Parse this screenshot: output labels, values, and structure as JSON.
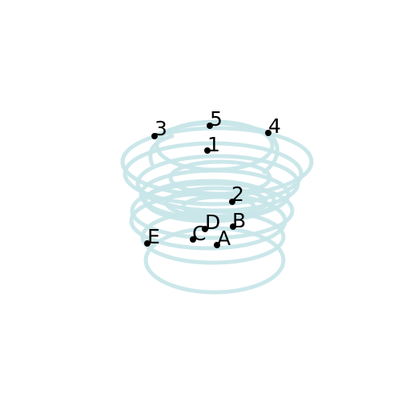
{
  "diagram": {
    "stroke_color": "#c8e6e9",
    "point_color": "#000000",
    "points": [
      {
        "id": "1",
        "label": "1"
      },
      {
        "id": "2",
        "label": "2"
      },
      {
        "id": "3",
        "label": "3"
      },
      {
        "id": "4",
        "label": "4"
      },
      {
        "id": "5",
        "label": "5"
      },
      {
        "id": "A",
        "label": "A"
      },
      {
        "id": "B",
        "label": "B"
      },
      {
        "id": "C",
        "label": "C"
      },
      {
        "id": "D",
        "label": "D"
      },
      {
        "id": "E",
        "label": "E"
      }
    ]
  }
}
